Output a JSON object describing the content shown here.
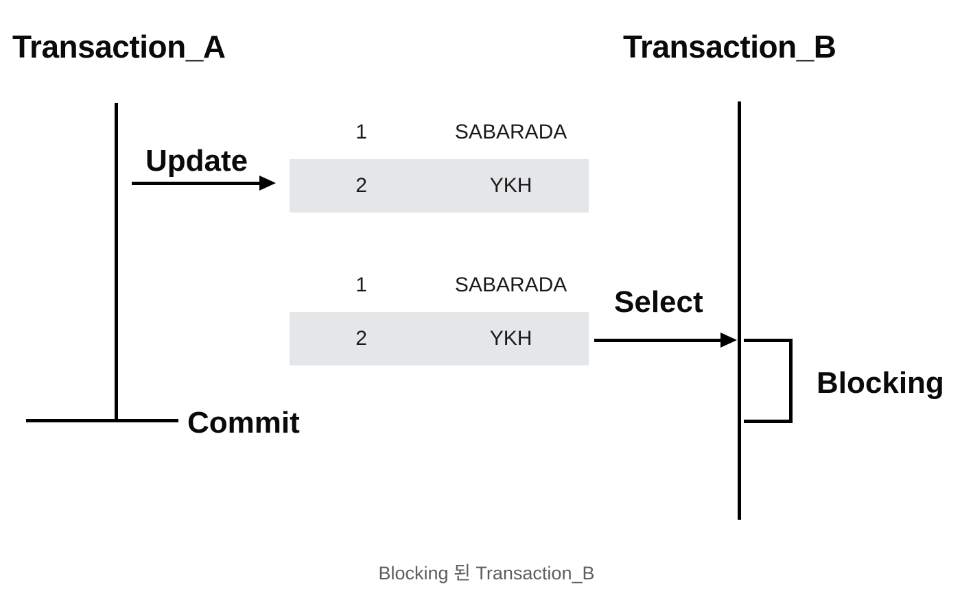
{
  "diagram": {
    "title_a": "Transaction_A",
    "title_b": "Transaction_B",
    "update_label": "Update",
    "select_label": "Select",
    "commit_label": "Commit",
    "blocking_label": "Blocking",
    "tables": [
      {
        "rows": [
          {
            "id": "1",
            "value": "SABARADA"
          },
          {
            "id": "2",
            "value": "YKH"
          }
        ]
      },
      {
        "rows": [
          {
            "id": "1",
            "value": "SABARADA"
          },
          {
            "id": "2",
            "value": "YKH"
          }
        ]
      }
    ],
    "caption": "Blocking 된 Transaction_B",
    "colors": {
      "line": "#000000",
      "text": "#0a0a0a",
      "highlight_row": "#e5e6e8",
      "caption_text": "#5e5e5e",
      "background": "#ffffff"
    }
  }
}
